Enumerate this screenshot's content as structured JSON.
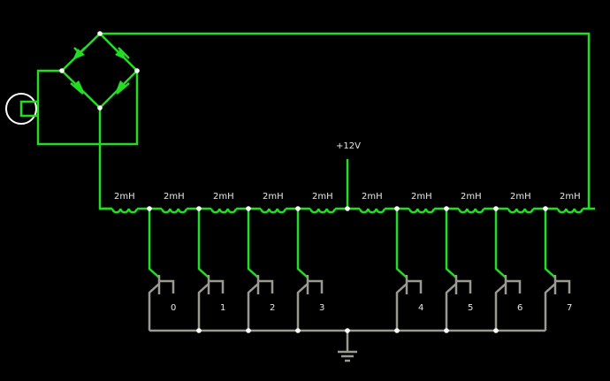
{
  "title": "Circuit simulator schematic",
  "supply_label": "+12V",
  "inductors": [
    {
      "label": "2mH"
    },
    {
      "label": "2mH"
    },
    {
      "label": "2mH"
    },
    {
      "label": "2mH"
    },
    {
      "label": "2mH"
    },
    {
      "label": "2mH"
    },
    {
      "label": "2mH"
    },
    {
      "label": "2mH"
    },
    {
      "label": "2mH"
    },
    {
      "label": "2mH"
    }
  ],
  "transistors": [
    {
      "label": "0"
    },
    {
      "label": "1"
    },
    {
      "label": "2"
    },
    {
      "label": "3"
    },
    {
      "label": "4"
    },
    {
      "label": "5"
    },
    {
      "label": "6"
    },
    {
      "label": "7"
    }
  ],
  "colors": {
    "live_wire": "#22dd22",
    "ground_wire": "#9a9a90",
    "current_dot": "#ffee33",
    "node": "#ffffff"
  }
}
